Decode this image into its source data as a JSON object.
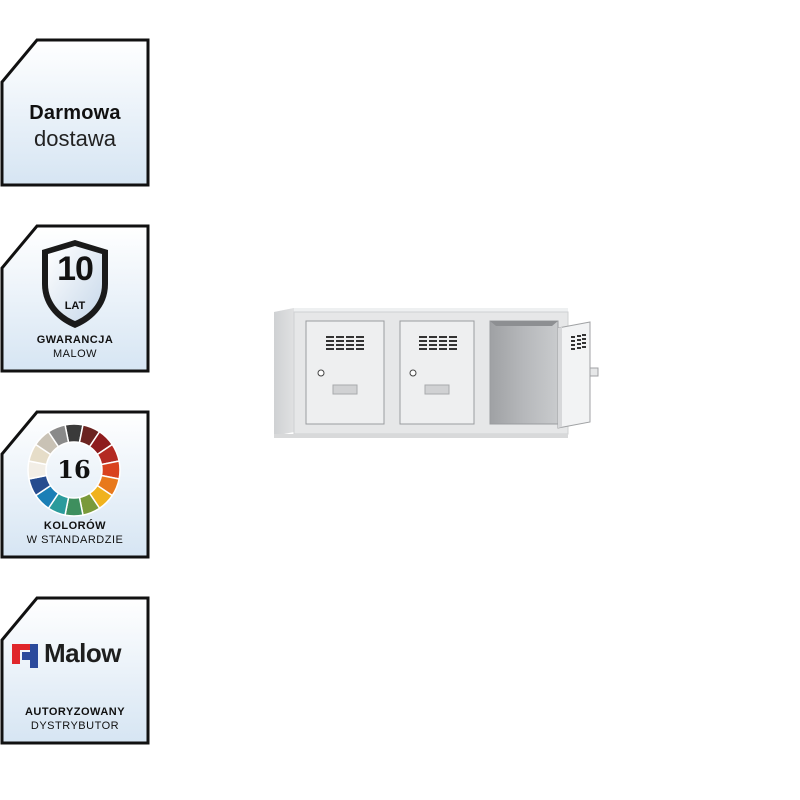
{
  "badges": {
    "delivery": {
      "line1": "Darmowa",
      "line2": "dostawa"
    },
    "warranty": {
      "number": "10",
      "unit": "LAT",
      "line1": "GWARANCJA",
      "line2": "MALOW"
    },
    "colors": {
      "number": "16",
      "line1": "KOLORÓW",
      "line2": "W STANDARDZIE",
      "swatches": [
        "#3a3a3a",
        "#6b2320",
        "#8e1c1e",
        "#b42a22",
        "#d9421e",
        "#e8791c",
        "#f0b21d",
        "#7a9a3a",
        "#3e8f5e",
        "#2a9b9c",
        "#1b7fb6",
        "#264c8f",
        "#f2eee6",
        "#e6ddc8",
        "#c9c2b5",
        "#8a8a8a"
      ]
    },
    "dealer": {
      "brand": "Malow",
      "line1": "AUTORYZOWANY",
      "line2": "DYSTRYBUTOR",
      "logo_colors": [
        "#e0262b",
        "#2b4a9c"
      ]
    }
  },
  "product": {
    "name": "locker-cabinet",
    "body_color": "#e4e5e6"
  }
}
